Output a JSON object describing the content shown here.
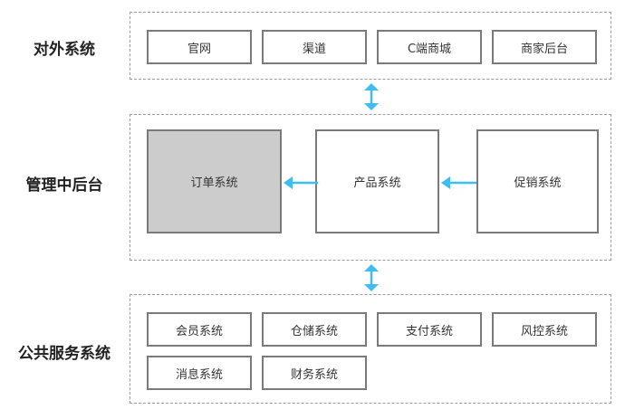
{
  "layers": [
    {
      "label": "对外系统",
      "items": [
        "官网",
        "渠道",
        "C端商城",
        "商家后台"
      ]
    },
    {
      "label": "管理中后台",
      "items": [
        "订单系统",
        "产品系统",
        "促销系统"
      ]
    },
    {
      "label": "公共服务系统",
      "items": [
        "会员系统",
        "仓储系统",
        "支付系统",
        "风控系统",
        "消息系统",
        "财务系统"
      ]
    }
  ],
  "colors": {
    "arrow": "#3dbdf0",
    "highlight_fill": "#cccccc",
    "box_border": "#7a7a7a",
    "group_border": "#9a9a9a"
  }
}
